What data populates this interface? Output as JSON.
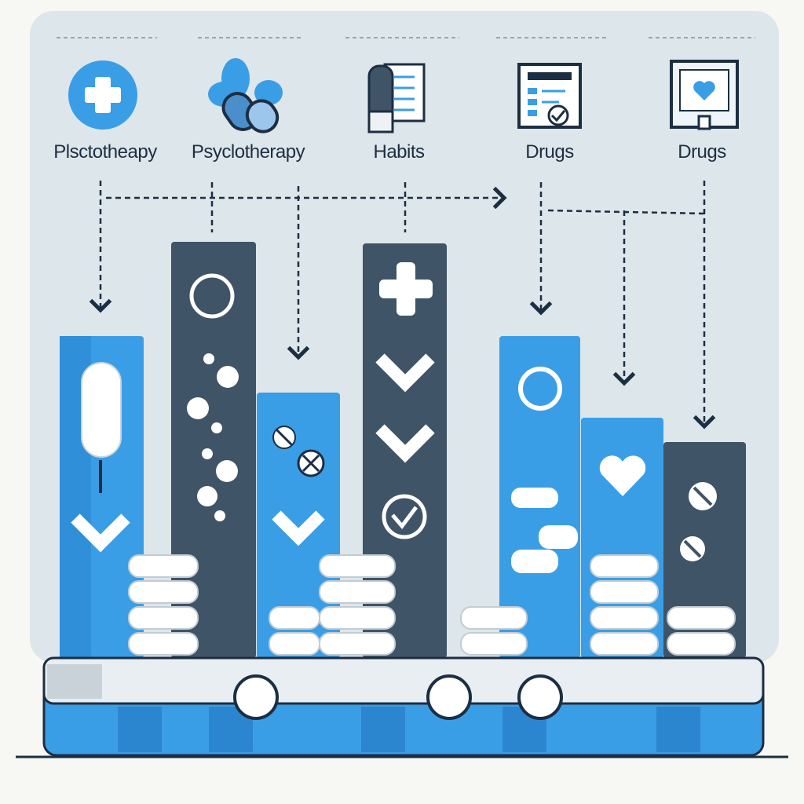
{
  "title": "",
  "categories": [
    {
      "label": "Plsctotheapy",
      "icon": "medical-cross-icon"
    },
    {
      "label": "Psyclotherapy",
      "icon": "capsule-flower-icon"
    },
    {
      "label": "Habits",
      "icon": "bottle-checklist-icon"
    },
    {
      "label": "Drugs",
      "icon": "clipboard-check-icon"
    },
    {
      "label": "Drugs",
      "icon": "heart-frame-icon"
    }
  ],
  "colors": {
    "panel": "#dde6ea",
    "blue": "#3a9ee6",
    "dark": "#3f5466",
    "navy": "#1c2e42",
    "white": "#ffffff"
  }
}
